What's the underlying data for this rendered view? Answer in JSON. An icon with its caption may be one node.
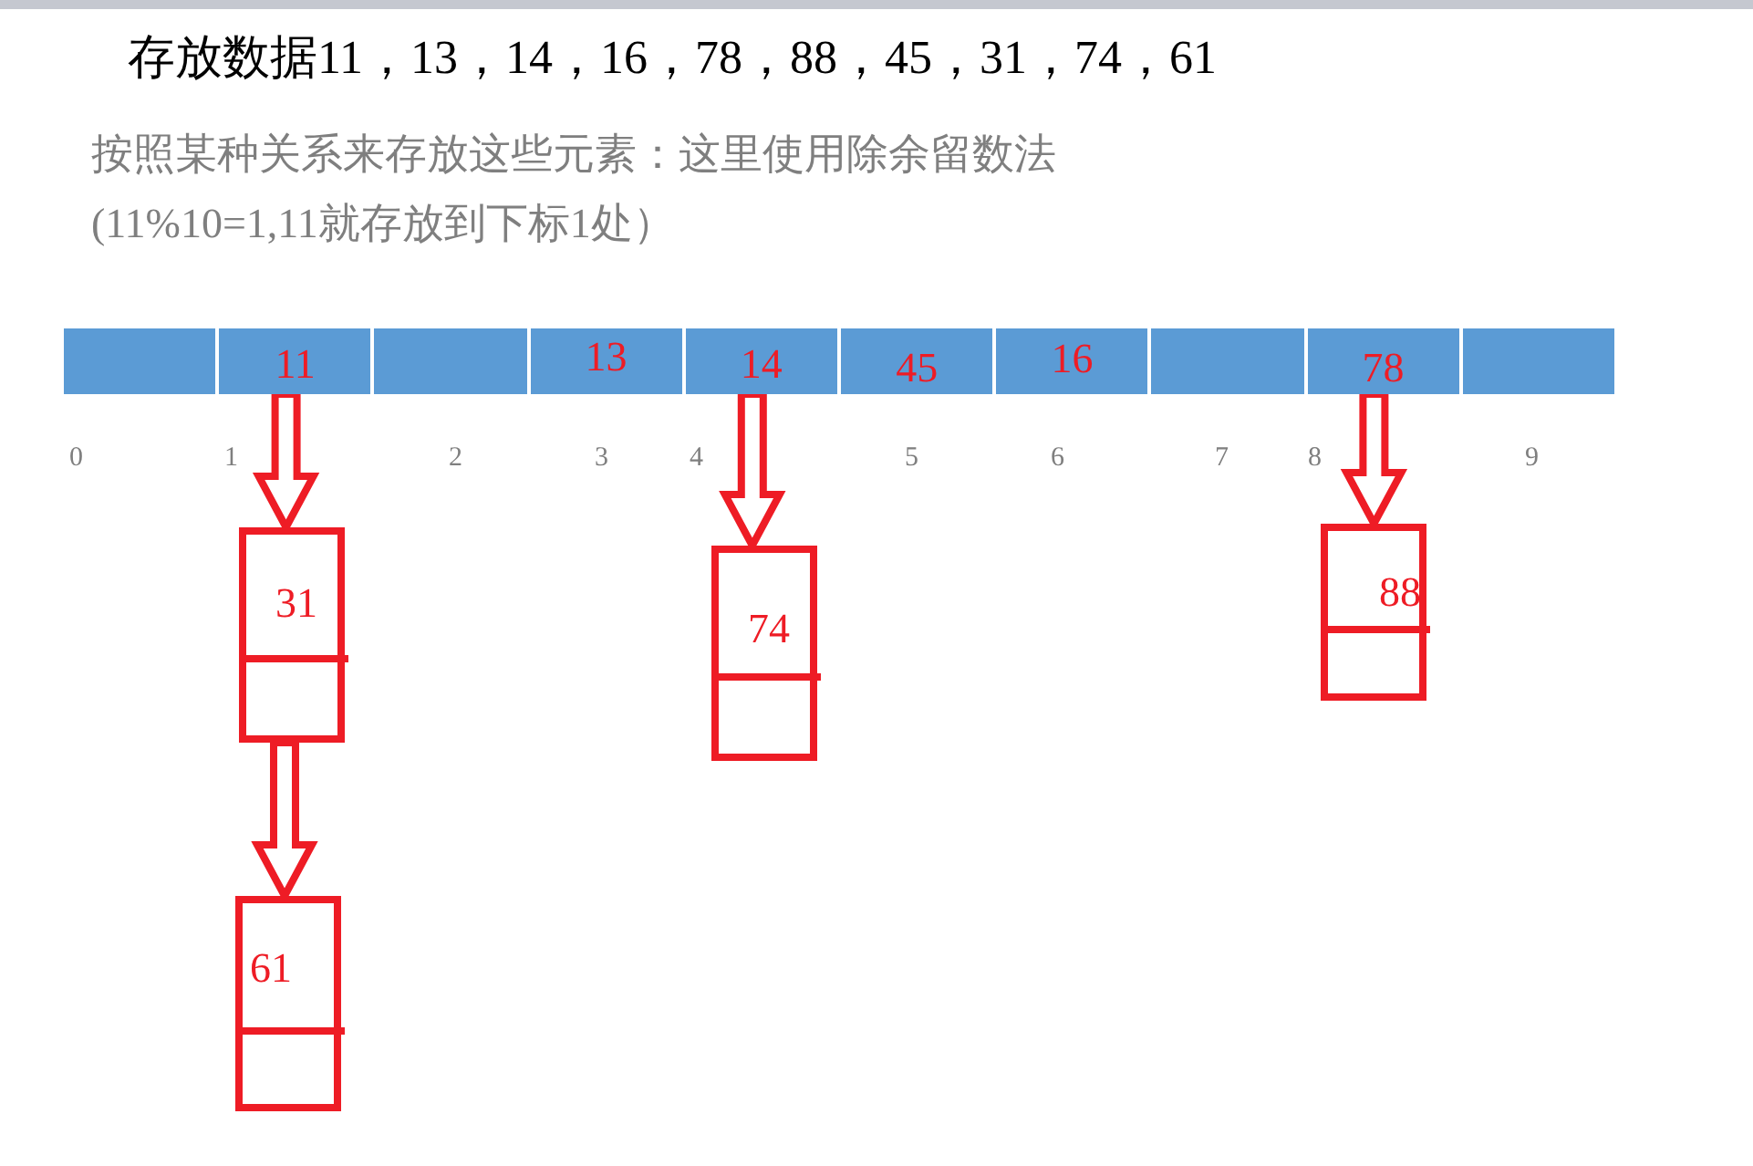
{
  "diagram": {
    "title": "存放数据11，13，14，16，78，88，45，31，74，61",
    "nodes": [
      {
        "text": [],
        "shape": "box"
      },
      {
        "text": [
          "11"
        ]
      },
      {
        "text": [],
        "shape": "box"
      },
      {
        "text": [
          "13"
        ]
      },
      {
        "text": [
          "14"
        ]
      },
      {
        "text": [
          "45"
        ]
      },
      {
        "text": [
          "16"
        ]
      },
      {
        "text": [],
        "shape": "box"
      },
      {
        "text": [
          "78"
        ]
      },
      {
        "text": [],
        "shape": "box"
      },
      {
        "text": [
          "31"
        ]
      },
      {
        "text": [
          "74"
        ]
      },
      {
        "text": [
          "88"
        ]
      },
      {
        "text": [
          "61"
        ]
      }
    ],
    "edges": [
      {
        "from": 1,
        "to": 10,
        "arrow": "to"
      },
      {
        "from": 10,
        "to": 13,
        "arrow": "to"
      },
      {
        "from": 4,
        "to": 11,
        "arrow": "to"
      },
      {
        "from": 8,
        "to": 12,
        "arrow": "to"
      }
    ],
    "labels": [
      "按照某种关系来存放这些元素：这里使用除余留数法",
      "(11%10=1,11就存放到下标1处）",
      "0",
      "1",
      "2",
      "3",
      "4",
      "5",
      "6",
      "7",
      "8",
      "9"
    ]
  }
}
